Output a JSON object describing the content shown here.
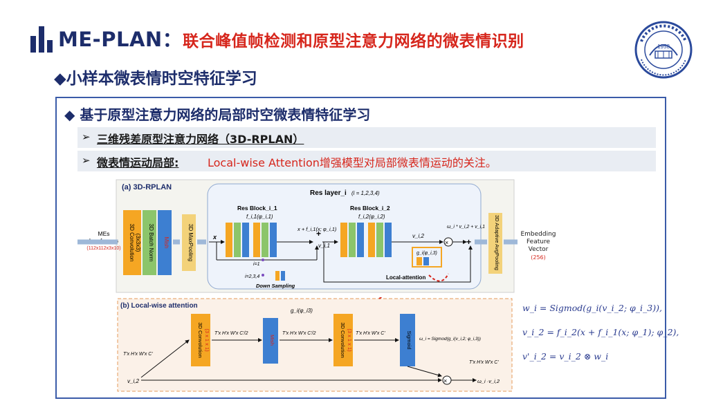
{
  "header": {
    "title_main": "ME-PLAN：",
    "title_sub": "联合峰值帧检测和原型注意力网络的微表情识别",
    "subtitle": "◆小样本微表情时空特征学习"
  },
  "section": {
    "heading": "◆ 基于原型注意力网络的局部时空微表情特征学习",
    "bullets": [
      {
        "marker": "➢",
        "text": "三维残差原型注意力网络（3D-RPLAN）"
      },
      {
        "marker": "➢",
        "key": "微表情运动局部:",
        "value": "Local-wise Attention增强模型对局部微表情运动的关注。"
      }
    ]
  },
  "diagram_a": {
    "label": "(a) 3D-RPLAN",
    "input_label_1": "MEs",
    "input_label_2": "key-frames",
    "input_dims": "(112x112x3x10)",
    "conv_label": "3D Convolution",
    "conv_kernel": "(3x3x3)",
    "bn_label": "3D Batch Norm",
    "mish_label": "Mish",
    "pool_label": "3D MaxPooling",
    "res_layer": "Res layer_i",
    "res_layer_idx": "(i = 1,2,3,4)",
    "res_block_1": "Res Block_i_1",
    "res_block_2": "Res Block_i_2",
    "f1": "f_i,1(φ_i,1)",
    "f2": "f_i,2(φ_i,2)",
    "x": "x",
    "sum1": "x + f_i,1(x; φ_i,1)",
    "v1": "v_i,1",
    "v2": "v_i,2",
    "g": "g_i(φ_i,3)",
    "out_expr": "ω_i * v_i,2 + v_i,1",
    "i1": "i=1",
    "i234": "i=2,3,4",
    "down": "Down Sampling",
    "local_att": "Local-attention",
    "adaptive": "3D Adaptive AvgPooling",
    "embed_1": "Embedding",
    "embed_2": "Feature",
    "embed_3": "Vector",
    "embed_dim": "(256)"
  },
  "diagram_b": {
    "label": "(b) Local-wise attention",
    "g": "g_i(φ_i3)",
    "in_dim": "T'x H'x W'x C'",
    "conv1": "3D Convolution",
    "conv1_k": "(3 x 1 x 1)",
    "dim_half_1": "T'x H'x W'x C'/2",
    "mish": "Mish",
    "dim_half_2": "T'x H'x W'x C'/2",
    "conv2": "3D Convolution",
    "conv2_k": "(3 x 1 x 1)",
    "dim_out": "T'x H'x W'x C'",
    "sigmoid": "Sigmoid",
    "omega": "ω_i = Sigmod(g_i(v_i,2; φ_i,3))",
    "dim_final": "T'x H'x W'x C'",
    "v_in": "v_i,2",
    "out": "ω_i ·v_i,2"
  },
  "formulas": [
    "w_i = Sigmod(g_i(v_i_2; φ_i_3)),",
    "v_i_2 = f_i_2(x + f_i_1(x; φ_1); φ_2),",
    "v'_i_2 = v_i_2 ⊗ w_i"
  ],
  "logo": {
    "year": "1958"
  },
  "colors": {
    "navy": "#1d2d6b",
    "red": "#d6261c",
    "orange": "#f5a623",
    "green": "#8cc56b",
    "blue": "#3d7fd1",
    "yellow": "#f3d27a",
    "frame": "#3a5ba8"
  }
}
